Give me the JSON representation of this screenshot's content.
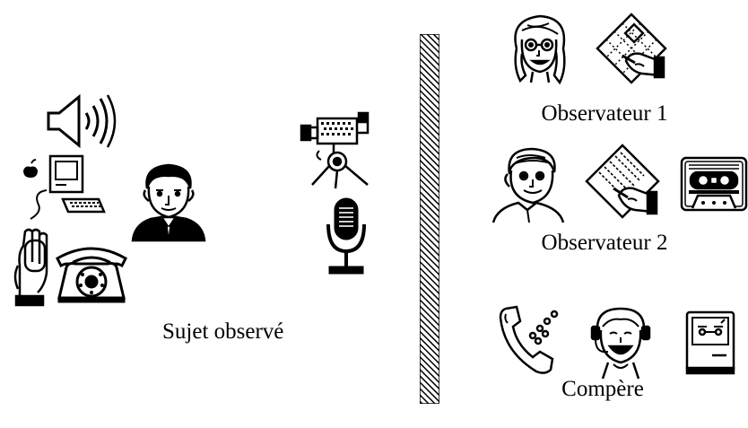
{
  "labels": {
    "subject": "Sujet observé",
    "observer1": "Observateur 1",
    "observer2": "Observateur 2",
    "confederate": "Compère"
  },
  "groups": {
    "subject": [
      "speaker-icon",
      "computer-icon",
      "mouse-hand-icon",
      "telephone-icon",
      "man-suit-icon"
    ],
    "recording": [
      "video-camera-icon",
      "microphone-icon"
    ],
    "observer1": [
      "woman-observer-icon",
      "writing-on-grid-icon"
    ],
    "observer2": [
      "man-observer-icon",
      "writing-notes-icon",
      "cassette-icon"
    ],
    "confederate": [
      "phone-handset-icon",
      "headset-person-icon",
      "mac-screen-icon"
    ]
  },
  "divider": {
    "type": "one-way-mirror-hatched"
  },
  "colors": {
    "ink": "#000000",
    "paper": "#ffffff"
  }
}
